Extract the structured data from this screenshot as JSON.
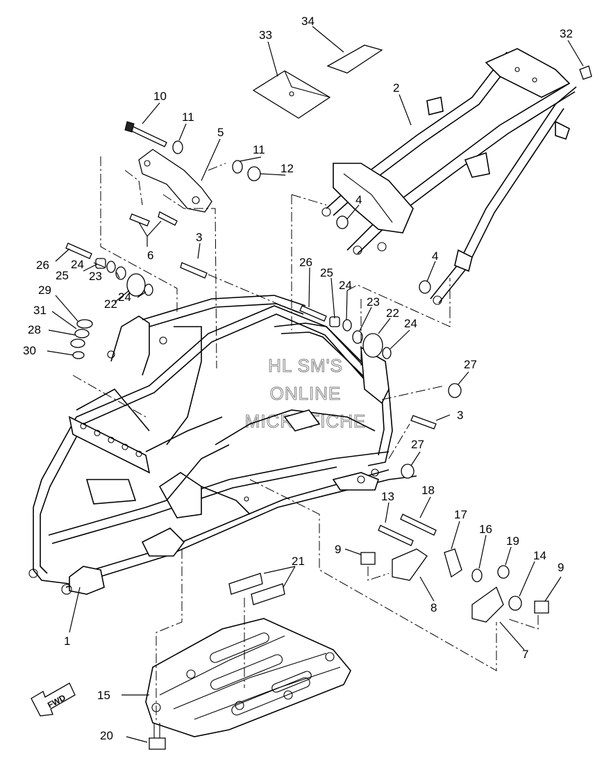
{
  "watermark": {
    "lines": [
      "HL SM'S",
      "ONLINE",
      "MICROFICHE"
    ]
  },
  "fwd_label": "FWD",
  "callouts": [
    {
      "id": "c1",
      "text": "1"
    },
    {
      "id": "c2",
      "text": "2"
    },
    {
      "id": "c3a",
      "text": "3"
    },
    {
      "id": "c3b",
      "text": "3"
    },
    {
      "id": "c4a",
      "text": "4"
    },
    {
      "id": "c4b",
      "text": "4"
    },
    {
      "id": "c5",
      "text": "5"
    },
    {
      "id": "c6",
      "text": "6"
    },
    {
      "id": "c7",
      "text": "7"
    },
    {
      "id": "c8",
      "text": "8"
    },
    {
      "id": "c9a",
      "text": "9"
    },
    {
      "id": "c9b",
      "text": "9"
    },
    {
      "id": "c10",
      "text": "10"
    },
    {
      "id": "c11a",
      "text": "11"
    },
    {
      "id": "c11b",
      "text": "11"
    },
    {
      "id": "c12",
      "text": "12"
    },
    {
      "id": "c13",
      "text": "13"
    },
    {
      "id": "c14",
      "text": "14"
    },
    {
      "id": "c15",
      "text": "15"
    },
    {
      "id": "c16",
      "text": "16"
    },
    {
      "id": "c17",
      "text": "17"
    },
    {
      "id": "c18",
      "text": "18"
    },
    {
      "id": "c19",
      "text": "19"
    },
    {
      "id": "c20",
      "text": "20"
    },
    {
      "id": "c21",
      "text": "21"
    },
    {
      "id": "c22a",
      "text": "22"
    },
    {
      "id": "c22b",
      "text": "22"
    },
    {
      "id": "c23a",
      "text": "23"
    },
    {
      "id": "c23b",
      "text": "23"
    },
    {
      "id": "c24a",
      "text": "24"
    },
    {
      "id": "c24b",
      "text": "24"
    },
    {
      "id": "c24c",
      "text": "24"
    },
    {
      "id": "c24d",
      "text": "24"
    },
    {
      "id": "c25a",
      "text": "25"
    },
    {
      "id": "c25b",
      "text": "25"
    },
    {
      "id": "c26a",
      "text": "26"
    },
    {
      "id": "c26b",
      "text": "26"
    },
    {
      "id": "c27a",
      "text": "27"
    },
    {
      "id": "c27b",
      "text": "27"
    },
    {
      "id": "c28",
      "text": "28"
    },
    {
      "id": "c29",
      "text": "29"
    },
    {
      "id": "c30",
      "text": "30"
    },
    {
      "id": "c31",
      "text": "31"
    },
    {
      "id": "c32",
      "text": "32"
    },
    {
      "id": "c33",
      "text": "33"
    },
    {
      "id": "c34",
      "text": "34"
    }
  ]
}
